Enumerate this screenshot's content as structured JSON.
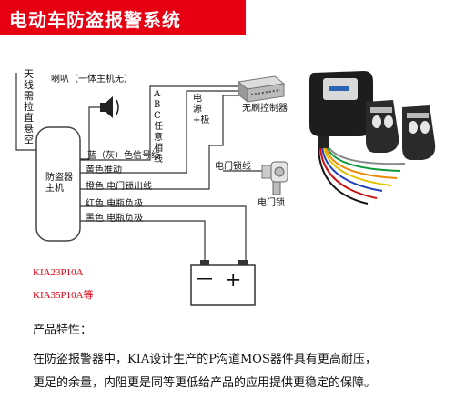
{
  "header": {
    "title": "电动车防盗报警系统"
  },
  "diagram": {
    "antenna_label": "天线需拉直悬空",
    "speaker_label": "喇叭（一体主机无）",
    "abc_label": "ABC任意相线",
    "power_label": "电源+极",
    "controller_label": "无刷控制器",
    "alarm_unit_label": "防盗器主机",
    "lock_wire_label": "电门锁线",
    "lock_label": "电门锁",
    "wires": [
      "蓝（灰）色信号线",
      "黄色推动",
      "橙色 电门锁出线",
      "红色 电瓶负极",
      "黑色 电瓶负极"
    ],
    "battery_minus": "－",
    "battery_plus": "+"
  },
  "models": [
    "KIA23P10A",
    "KIA35P10A等"
  ],
  "features": {
    "title": "产品特性：",
    "lines": [
      "在防盗报警器中，KIA设计生产的P沟道MOS器件具有更高耐压，",
      "更足的余量，内阻更是同等更低给产品的应用提供更稳定的保障。"
    ]
  }
}
